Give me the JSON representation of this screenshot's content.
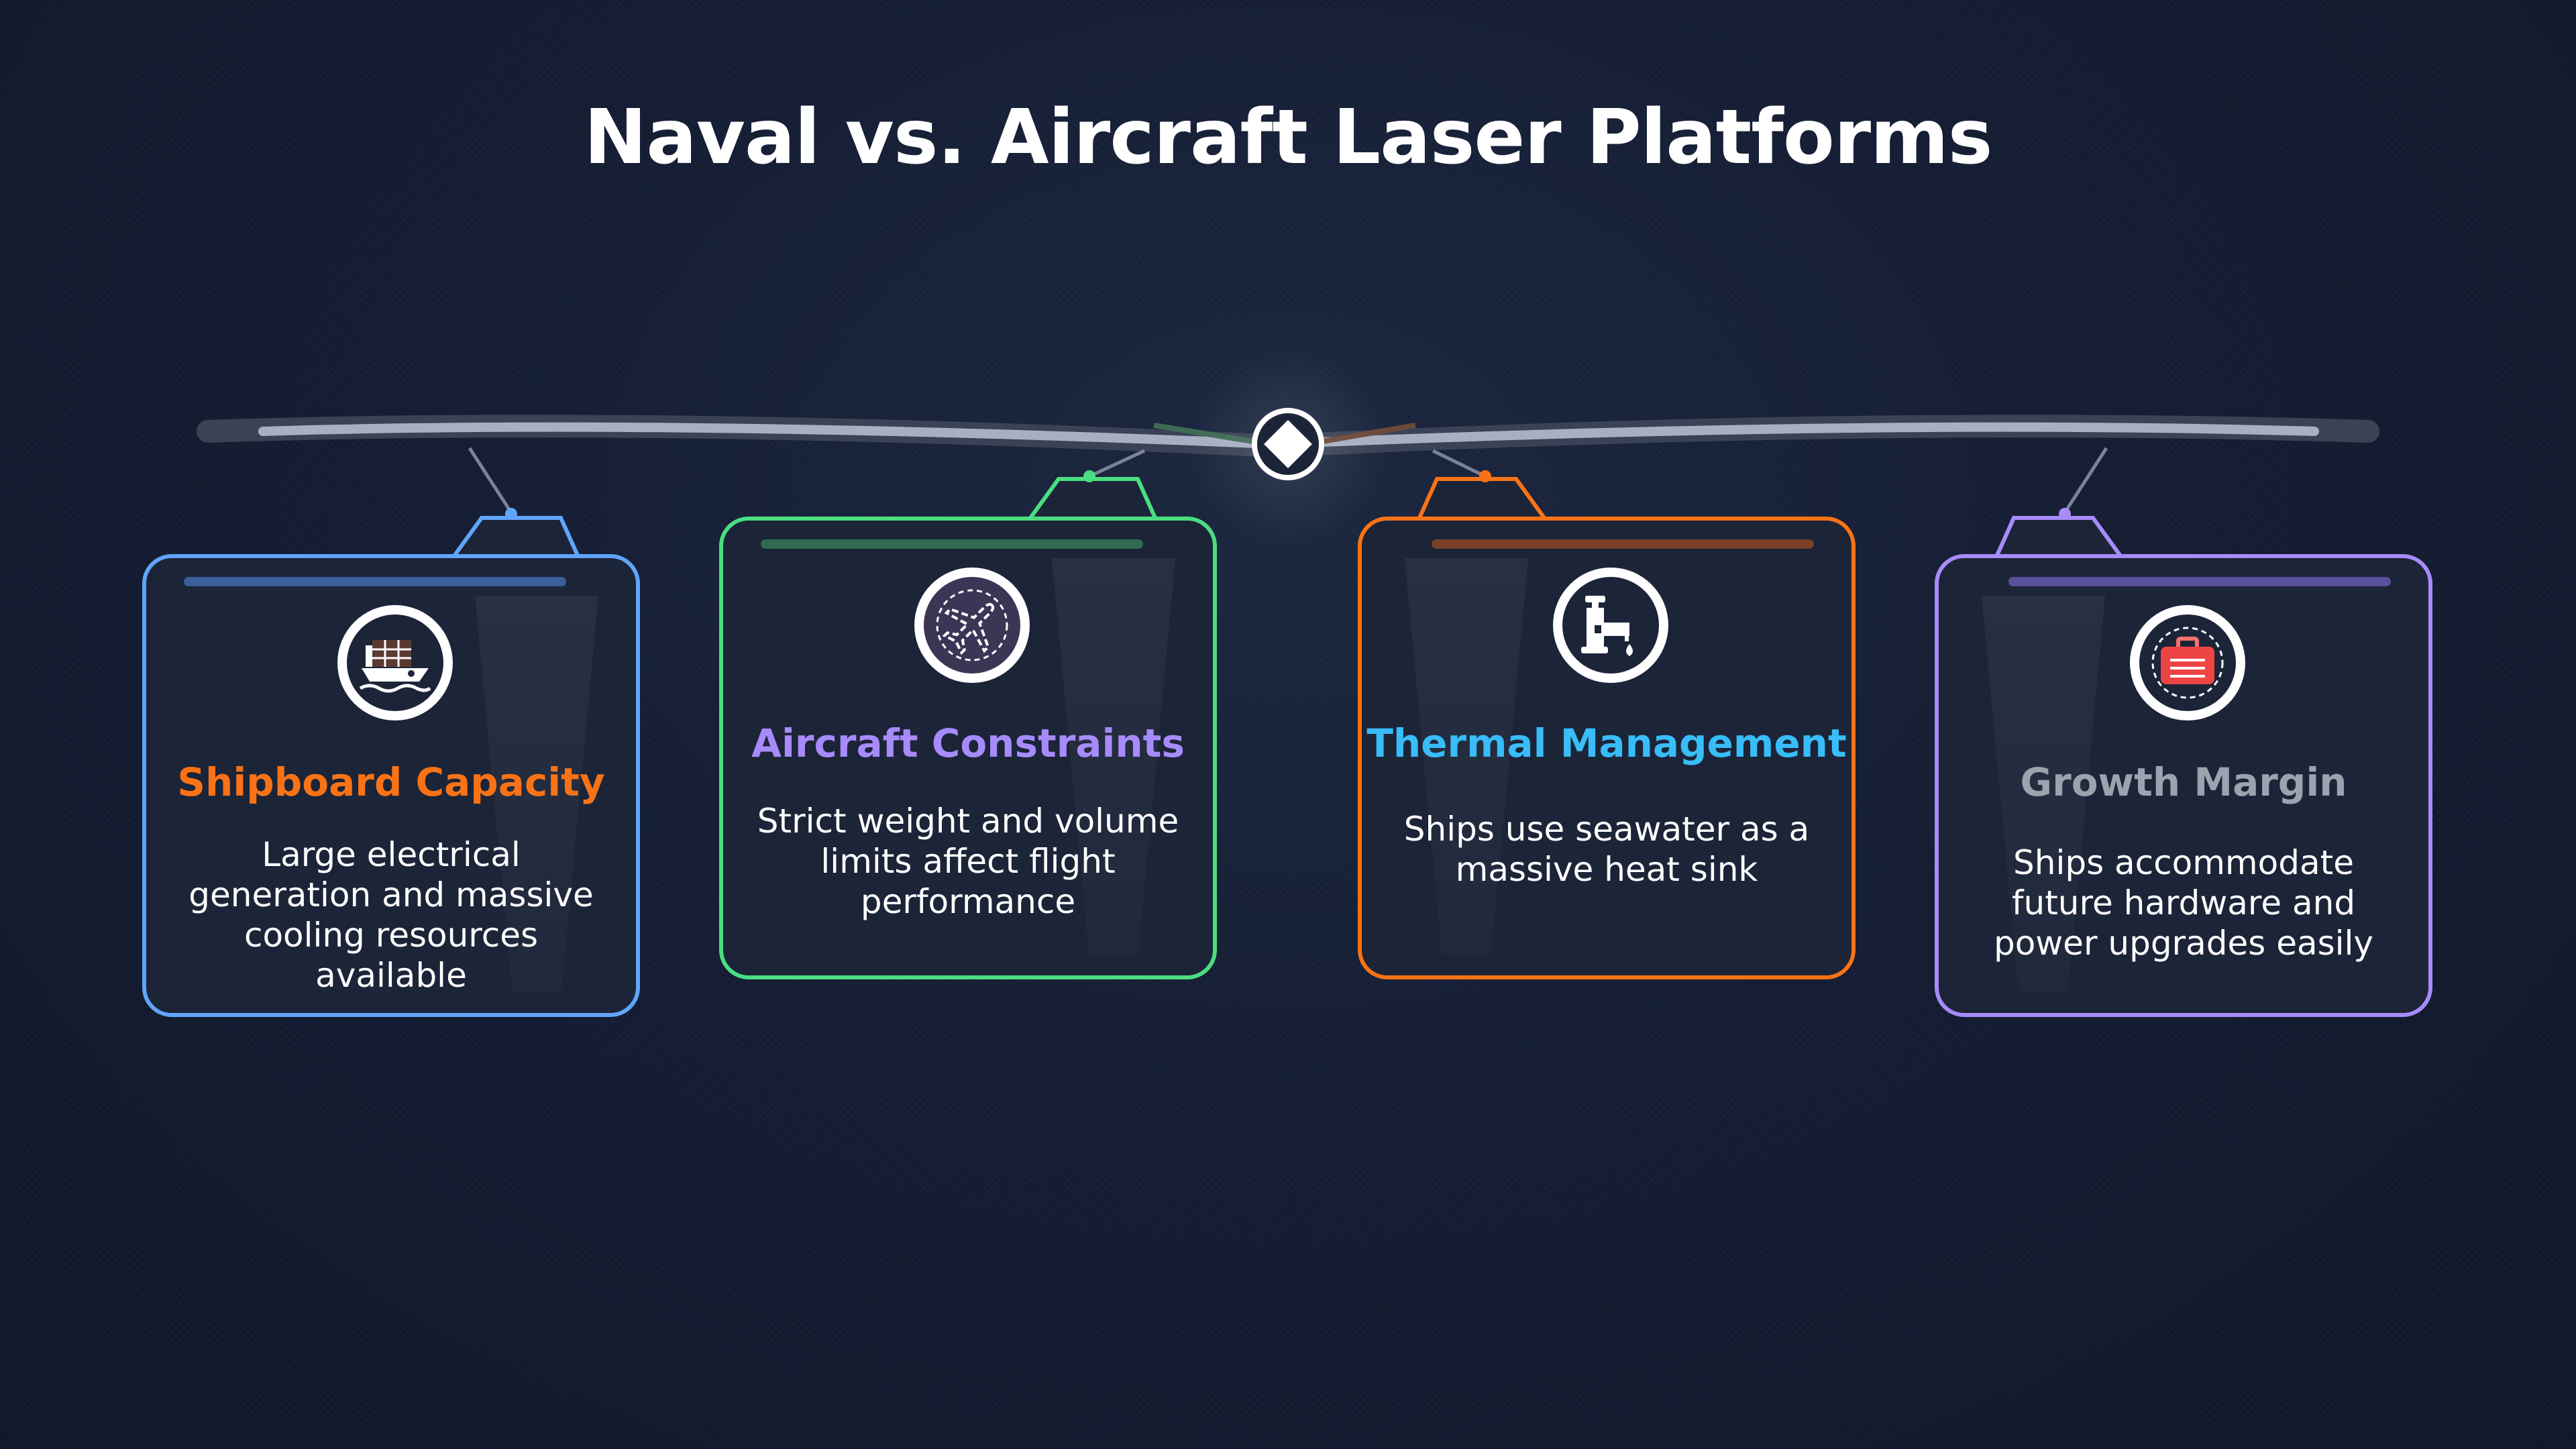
{
  "title": "Naval vs. Aircraft Laser Platforms",
  "cards": [
    {
      "title": "Shipboard Capacity",
      "text": "Large electrical generation and massive cooling resources available",
      "icon": "cargo-ship-icon",
      "border_color": "#60a5fa",
      "title_color": "#f97316"
    },
    {
      "title": "Aircraft Constraints",
      "text": "Strict weight and volume limits affect flight performance",
      "icon": "airplane-icon",
      "border_color": "#4ade80",
      "title_color": "#a78bfa"
    },
    {
      "title": "Thermal Management",
      "text": "Ships use seawater as a massive heat sink",
      "icon": "water-faucet-icon",
      "border_color": "#f97316",
      "title_color": "#38bdf8"
    },
    {
      "title": "Growth Margin",
      "text": "Ships accommodate future hardware and power upgrades easily",
      "icon": "toolbox-icon",
      "border_color": "#a78bfa",
      "title_color": "#9ca3af"
    }
  ]
}
